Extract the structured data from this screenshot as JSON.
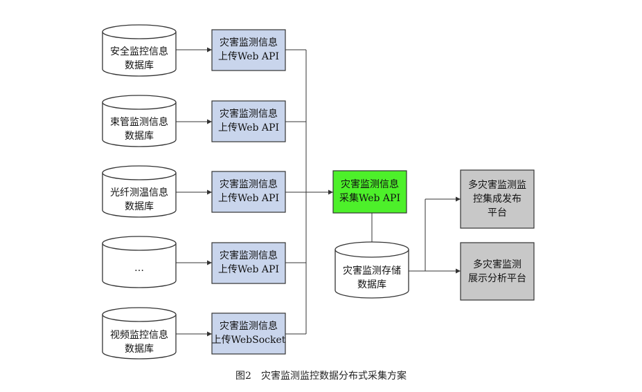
{
  "diagram": {
    "databases": [
      {
        "line1": "安全监控信息",
        "line2": "数据库"
      },
      {
        "line1": "束管监测信息",
        "line2": "数据库"
      },
      {
        "line1": "光纤测温信息",
        "line2": "数据库"
      },
      {
        "line1": "…",
        "line2": ""
      },
      {
        "line1": "视频监控信息",
        "line2": "数据库"
      }
    ],
    "upload_apis": [
      {
        "line1": "灾害监测信息",
        "line2": "上传Web API"
      },
      {
        "line1": "灾害监测信息",
        "line2": "上传Web API"
      },
      {
        "line1": "灾害监测信息",
        "line2": "上传Web API"
      },
      {
        "line1": "灾害监测信息",
        "line2": "上传Web API"
      },
      {
        "line1": "灾害监测信息",
        "line2": "上传WebSocket"
      }
    ],
    "collect_api": {
      "line1": "灾害监测信息",
      "line2": "采集Web API"
    },
    "storage_db": {
      "line1": "灾害监测存储",
      "line2": "数据库"
    },
    "platforms": [
      {
        "line1": "多灾害监测监",
        "line2": "控集成发布",
        "line3": "平台"
      },
      {
        "line1": "多灾害监测",
        "line2": "展示分析平台",
        "line3": ""
      }
    ],
    "colors": {
      "upload_fill": "#c9d5ec",
      "collect_fill": "#4df02a",
      "platform_fill": "#c8c8c8",
      "stroke": "#333333"
    }
  },
  "caption": "图2　灾害监测监控数据分布式采集方案"
}
